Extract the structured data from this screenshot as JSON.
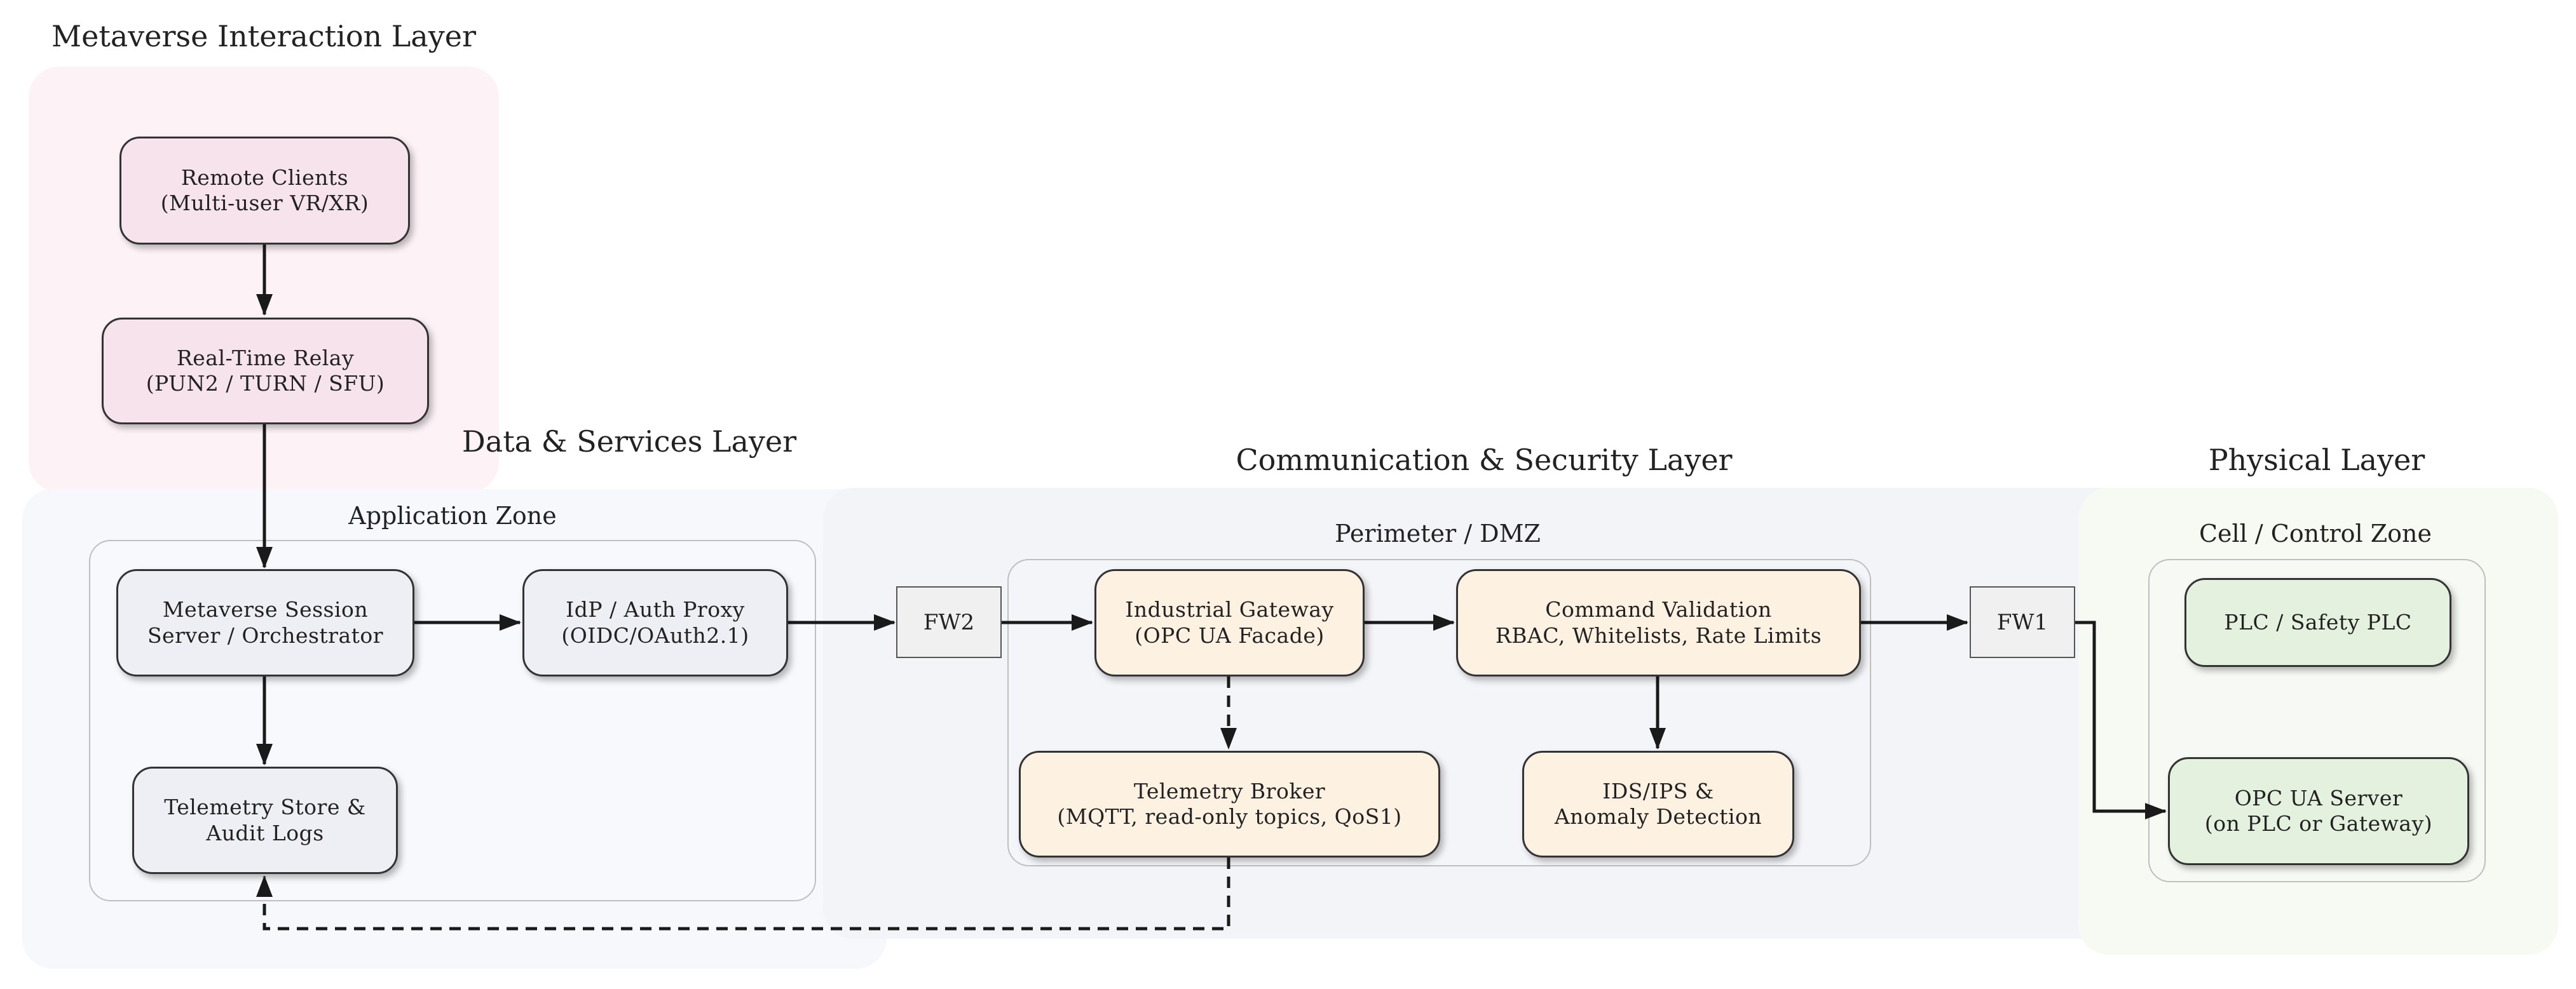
{
  "layers": {
    "metaverse": "Metaverse Interaction Layer",
    "data_services": "Data & Services Layer",
    "comm_security": "Communication & Security Layer",
    "physical": "Physical Layer"
  },
  "zones": {
    "application": "Application Zone",
    "perimeter": "Perimeter / DMZ",
    "cell": "Cell / Control Zone"
  },
  "nodes": {
    "remote_clients": [
      "Remote Clients",
      "(Multi-user VR/XR)"
    ],
    "relay": [
      "Real-Time Relay",
      "(PUN2 / TURN / SFU)"
    ],
    "session_server": [
      "Metaverse Session",
      "Server / Orchestrator"
    ],
    "idp": [
      "IdP / Auth Proxy",
      "(OIDC/OAuth2.1)"
    ],
    "telemetry_store": [
      "Telemetry Store &",
      "Audit Logs"
    ],
    "industrial_gateway": [
      "Industrial Gateway",
      "(OPC UA Facade)"
    ],
    "command_validation": [
      "Command Validation",
      "RBAC, Whitelists, Rate Limits"
    ],
    "telemetry_broker": [
      "Telemetry Broker",
      "(MQTT, read-only topics, QoS1)"
    ],
    "ids": [
      "IDS/IPS &",
      "Anomaly Detection"
    ],
    "plc": [
      "PLC / Safety PLC"
    ],
    "opc_server": [
      "OPC UA Server",
      "(on PLC or Gateway)"
    ]
  },
  "firewalls": {
    "fw2": "FW2",
    "fw1": "FW1"
  },
  "colors": {
    "metaverse_bg": "#fdf3f7",
    "data_bg": "#f6f8fc",
    "comm_bg": "#f3f4f8",
    "physical_bg": "#f6faf2",
    "pink_node": "#f7e3ec",
    "gray_node": "#eeeff4",
    "orange_node": "#fdf1e2",
    "green_node": "#e5f1df",
    "edge": "#1a1a1a"
  }
}
